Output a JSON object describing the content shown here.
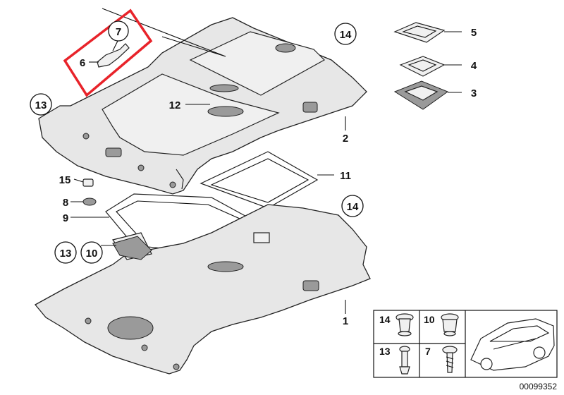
{
  "diagram": {
    "callouts": {
      "n1": "1",
      "n2": "2",
      "n3": "3",
      "n4": "4",
      "n5": "5",
      "n6": "6",
      "n7": "7",
      "n8": "8",
      "n9": "9",
      "n10": "10",
      "n11": "11",
      "n12": "12",
      "n13": "13",
      "n14": "14",
      "n15": "15"
    },
    "legend": {
      "cell_14": "14",
      "cell_10": "10",
      "cell_13": "13",
      "cell_7": "7"
    },
    "catalog_code": "00099352",
    "highlight_color": "#e8232a"
  }
}
